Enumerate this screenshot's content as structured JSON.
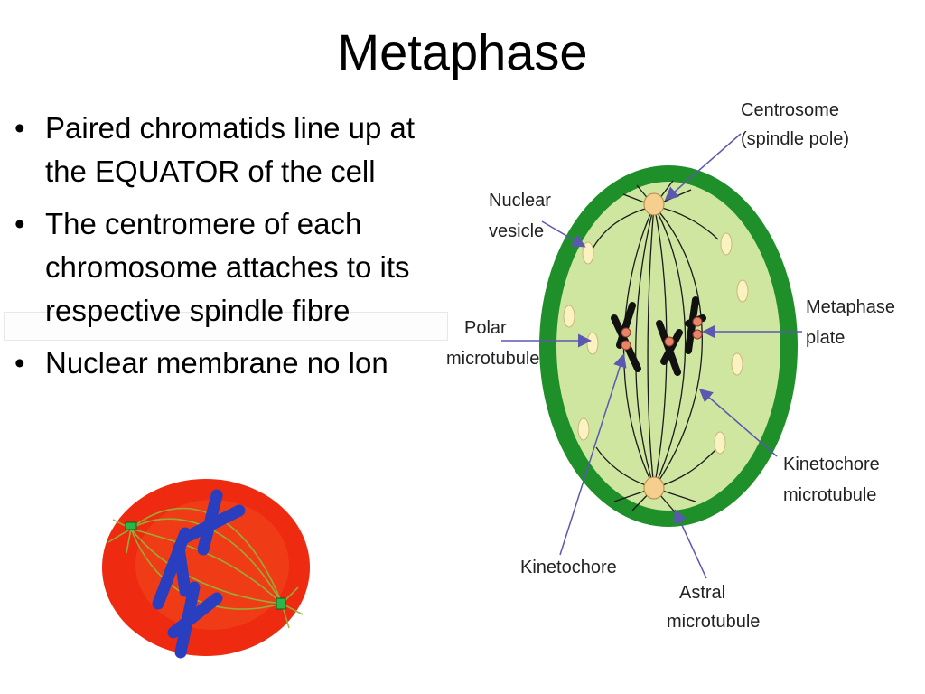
{
  "slide": {
    "title": "Metaphase",
    "bullets": [
      "Paired chromatids line up at the EQUATOR of the cell",
      "The centromere of each chromosome attaches to its respective spindle fibre",
      "Nuclear membrane no lon"
    ]
  },
  "diagram": {
    "labels": {
      "centrosome": [
        "Centrosome",
        "(spindle pole)"
      ],
      "nuclear_vesicle": [
        "Nuclear",
        "vesicle"
      ],
      "polar_microtubule": [
        "Polar",
        "microtubule"
      ],
      "metaphase_plate": [
        "Metaphase",
        "plate"
      ],
      "kinetochore_microtubule": [
        "Kinetochore",
        "microtubule"
      ],
      "kinetochore": "Kinetochore",
      "astral_microtubule": [
        "Astral",
        "microtubule"
      ]
    },
    "colors": {
      "membrane": "#1f8f2a",
      "cytoplasm": "#cfe6a0",
      "centrosome": "#f4cf8e",
      "vesicle": "#fbf2c2",
      "chromosome": "#111111",
      "kinetochore": "#e8846a",
      "arrow": "#5b58b0"
    }
  },
  "photo_cell": {
    "colors": {
      "cell": "#ee2a10",
      "spindle": "#8fb83a",
      "chromosome": "#2a3fc0",
      "centriole": "#2bb54a"
    }
  }
}
